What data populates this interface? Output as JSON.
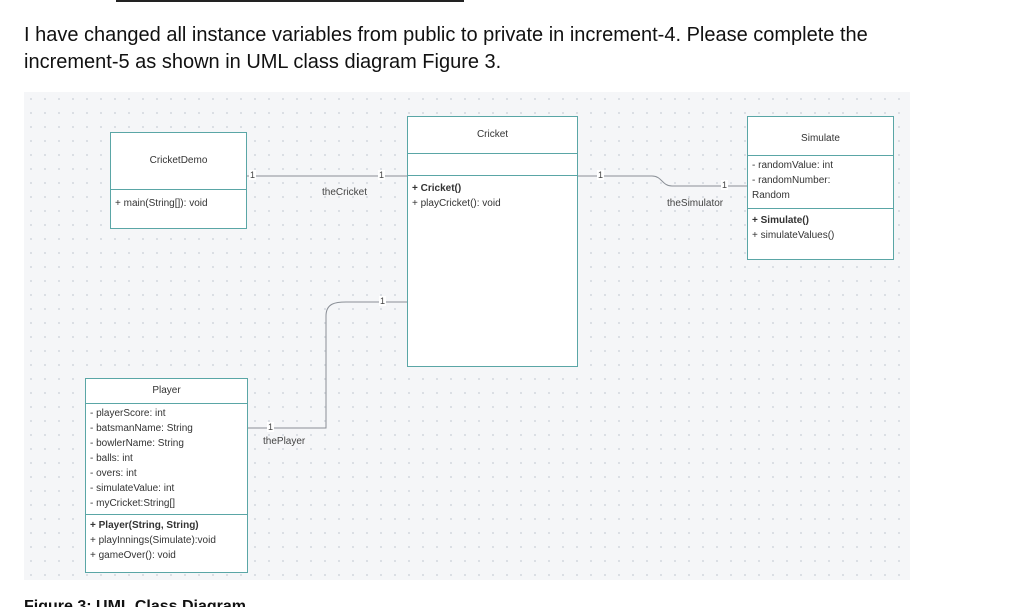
{
  "question": "I have changed all instance variables from public to private in increment-4. Please complete the increment-5 as shown in UML class diagram Figure 3.",
  "figure_caption": "Figure 3: UML Class Diagram",
  "classes": {
    "cricketdemo": {
      "name": "CricketDemo",
      "attributes": [],
      "methods": [
        "+ main(String[]): void"
      ]
    },
    "cricket": {
      "name": "Cricket",
      "attributes": [],
      "methods": [
        "+ Cricket()",
        "+ playCricket(): void"
      ]
    },
    "simulate": {
      "name": "Simulate",
      "attributes": [
        "- randomValue: int",
        "- randomNumber:",
        "Random"
      ],
      "methods": [
        "+ Simulate()",
        "+ simulateValues()"
      ]
    },
    "player": {
      "name": "Player",
      "attributes": [
        "- playerScore: int",
        "- batsmanName: String",
        "- bowlerName: String",
        "- balls: int",
        "- overs: int",
        "- simulateValue: int",
        "- myCricket:String[]"
      ],
      "methods": [
        "+ Player(String, String)",
        "+ playInnings(Simulate):void",
        "+ gameOver(): void"
      ]
    }
  },
  "associations": {
    "theCricket": "theCricket",
    "theSimulator": "theSimulator",
    "thePlayer": "thePlayer",
    "multiplicity": "1"
  }
}
